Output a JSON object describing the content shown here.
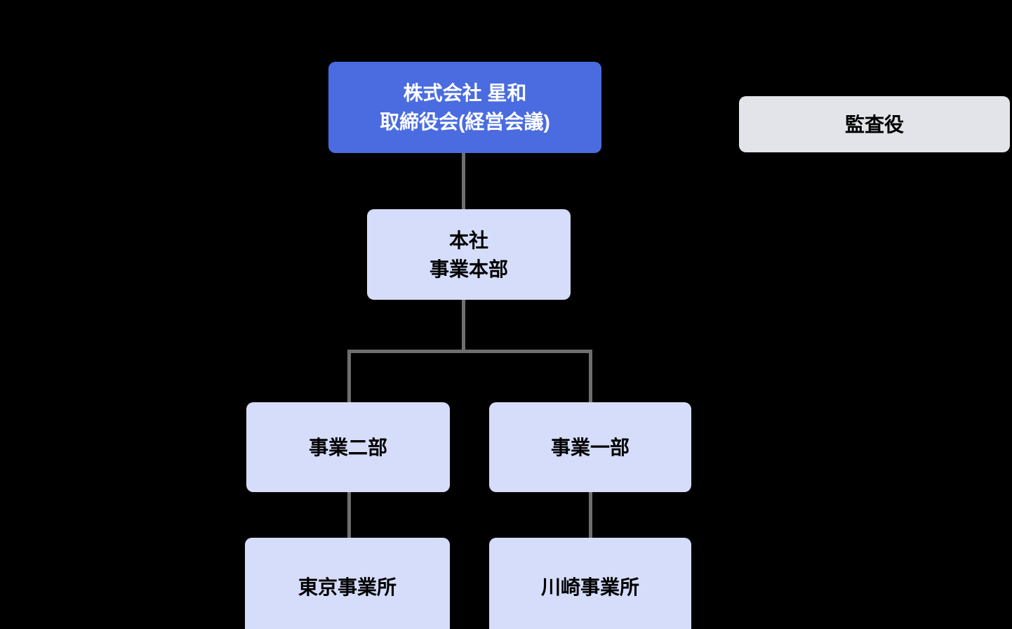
{
  "chart": {
    "type": "org-chart",
    "nodes": {
      "board": {
        "line1": "株式会社 星和",
        "line2": "取締役会(経営会議)"
      },
      "auditor": {
        "label": "監査役"
      },
      "headquarters": {
        "line1": "本社",
        "line2": "事業本部"
      },
      "division2": {
        "label": "事業二部"
      },
      "division1": {
        "label": "事業一部"
      },
      "tokyo_office": {
        "label": "東京事業所"
      },
      "kawasaki_office": {
        "label": "川崎事業所"
      }
    },
    "edges": [
      {
        "from": "board",
        "to": "headquarters"
      },
      {
        "from": "headquarters",
        "to": "division2"
      },
      {
        "from": "headquarters",
        "to": "division1"
      },
      {
        "from": "division2",
        "to": "tokyo_office"
      },
      {
        "from": "division1",
        "to": "kawasaki_office"
      }
    ],
    "colors": {
      "background": "#000000",
      "board_bg": "#4A6CE0",
      "board_text": "#FFFFFF",
      "node_bg": "#D6DDFA",
      "node_text": "#000000",
      "auditor_bg": "#E2E4EA",
      "connector": "#6E6E6E"
    }
  }
}
